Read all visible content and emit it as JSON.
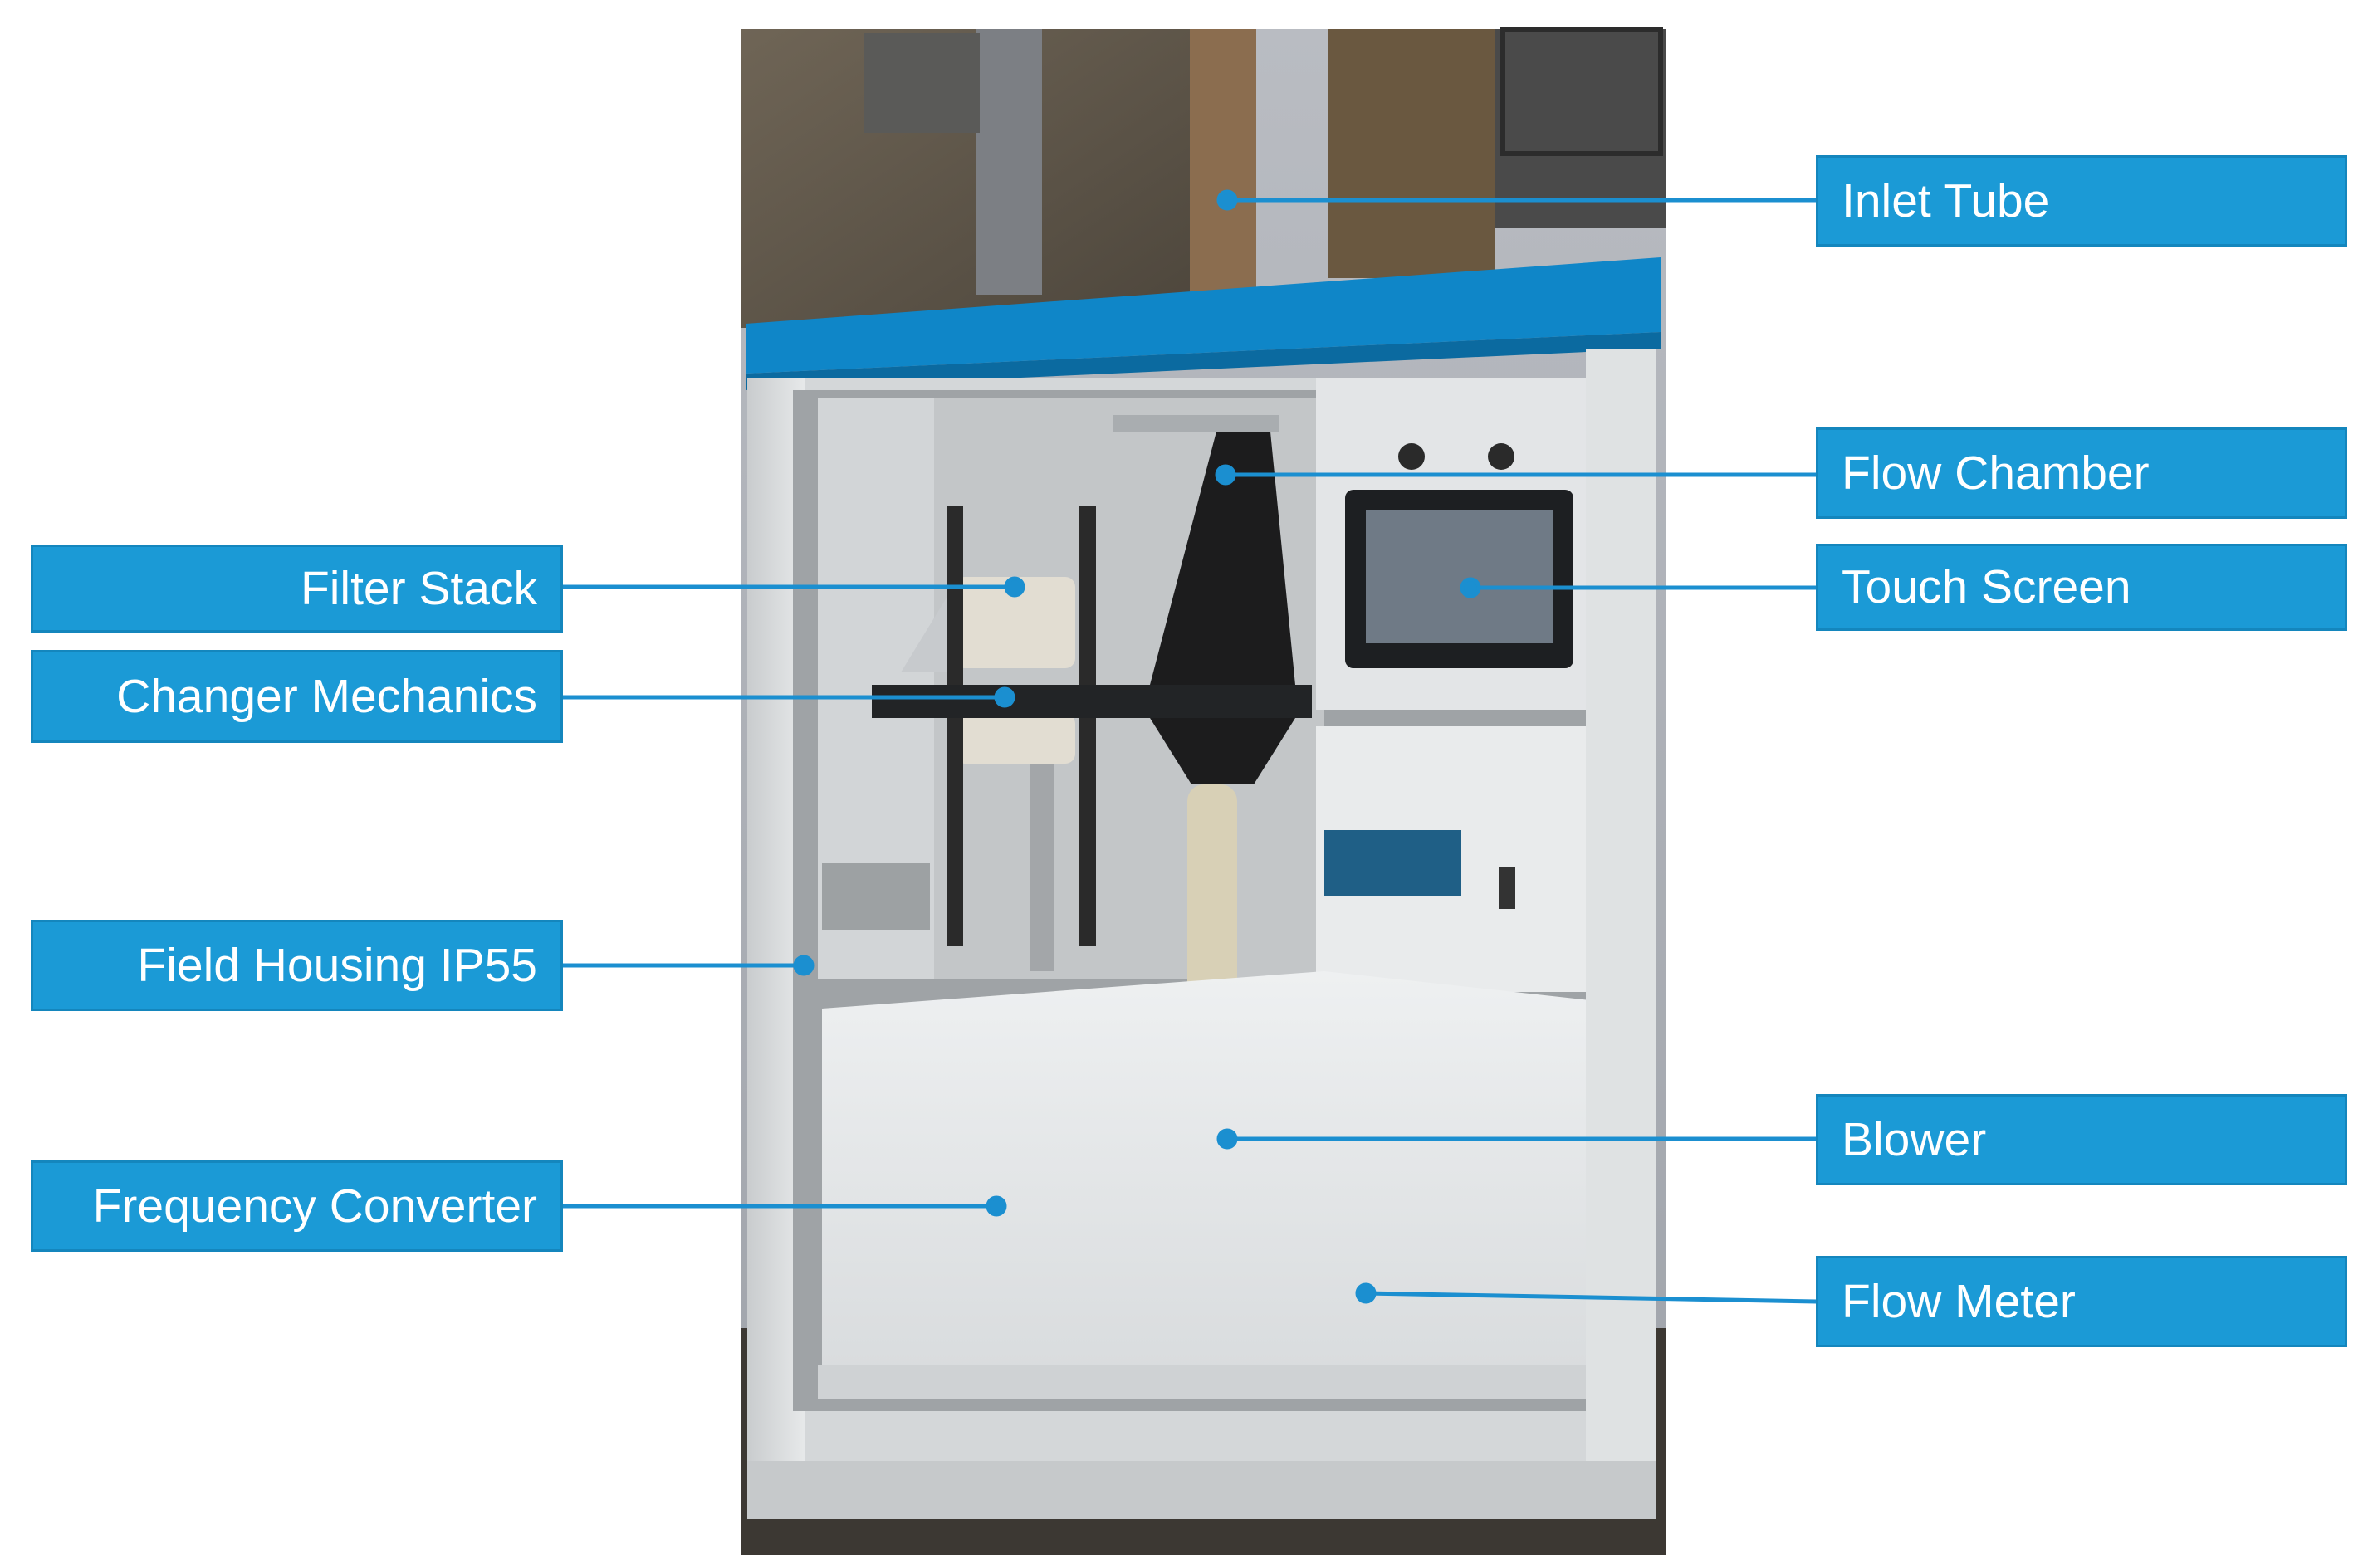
{
  "labels": {
    "inlet_tube": "Inlet Tube",
    "flow_chamber": "Flow Chamber",
    "touch_screen": "Touch Screen",
    "filter_stack": "Filter Stack",
    "changer_mechanics": "Changer Mechanics",
    "field_housing": "Field Housing IP55",
    "frequency_converter": "Frequency Converter",
    "blower": "Blower",
    "flow_meter": "Flow Meter"
  },
  "colors": {
    "label_fill": "#1b9ad6",
    "label_border": "#1486bd",
    "label_text": "#ffffff",
    "leader_line": "#1b8fd0",
    "housing_roof": "#0f86c8",
    "housing_body": "#e6e8ea"
  }
}
